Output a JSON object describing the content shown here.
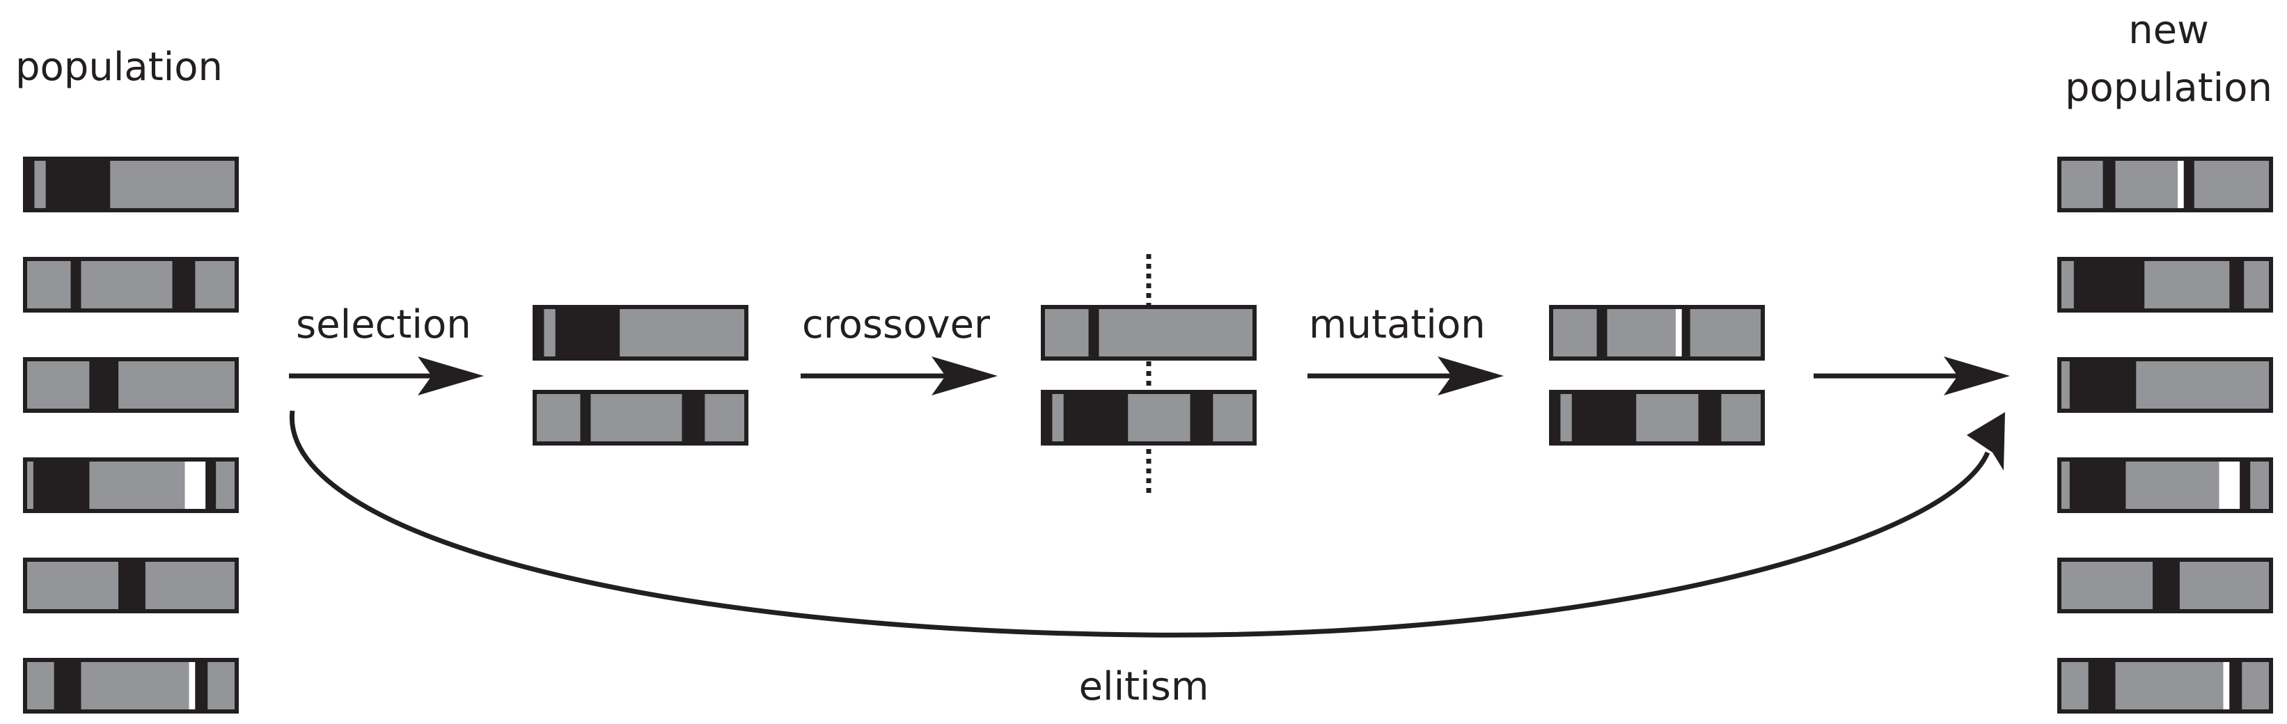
{
  "labels": {
    "population": "population",
    "new_population_line1": "new",
    "new_population_line2": "population",
    "selection": "selection",
    "crossover": "crossover",
    "mutation": "mutation",
    "elitism": "elitism"
  },
  "colors": {
    "gene_gray": "#939598",
    "gene_black": "#231f20",
    "gene_white": "#ffffff",
    "frame": "#231f20"
  },
  "chromosomes": {
    "population": [
      [
        [
          "B",
          0.0
        ],
        [
          "G",
          0.035
        ],
        [
          "B",
          0.09
        ],
        [
          "G",
          0.4
        ],
        [
          "G",
          1.0
        ]
      ],
      [
        [
          "G",
          0.0
        ],
        [
          "B",
          0.21
        ],
        [
          "G",
          0.26
        ],
        [
          "B",
          0.7
        ],
        [
          "G",
          0.81
        ],
        [
          "G",
          1.0
        ]
      ],
      [
        [
          "G",
          0.0
        ],
        [
          "B",
          0.3
        ],
        [
          "G",
          0.44
        ],
        [
          "G",
          1.0
        ]
      ],
      [
        [
          "G",
          0.0
        ],
        [
          "B",
          0.03
        ],
        [
          "G",
          0.3
        ],
        [
          "W",
          0.76
        ],
        [
          "B",
          0.86
        ],
        [
          "G",
          0.91
        ],
        [
          "G",
          1.0
        ]
      ],
      [
        [
          "G",
          0.0
        ],
        [
          "B",
          0.44
        ],
        [
          "G",
          0.57
        ],
        [
          "G",
          1.0
        ]
      ],
      [
        [
          "G",
          0.0
        ],
        [
          "B",
          0.13
        ],
        [
          "G",
          0.26
        ],
        [
          "W",
          0.78
        ],
        [
          "B",
          0.81
        ],
        [
          "G",
          0.87
        ],
        [
          "G",
          1.0
        ]
      ]
    ],
    "selected": [
      [
        [
          "B",
          0.0
        ],
        [
          "G",
          0.035
        ],
        [
          "B",
          0.09
        ],
        [
          "G",
          0.4
        ],
        [
          "G",
          1.0
        ]
      ],
      [
        [
          "G",
          0.0
        ],
        [
          "B",
          0.21
        ],
        [
          "G",
          0.26
        ],
        [
          "B",
          0.7
        ],
        [
          "G",
          0.81
        ],
        [
          "G",
          1.0
        ]
      ]
    ],
    "crossover": [
      [
        [
          "G",
          0.0
        ],
        [
          "B",
          0.21
        ],
        [
          "G",
          0.26
        ],
        [
          "G",
          1.0
        ]
      ],
      [
        [
          "B",
          0.0
        ],
        [
          "G",
          0.035
        ],
        [
          "B",
          0.09
        ],
        [
          "G",
          0.4
        ],
        [
          "B",
          0.7
        ],
        [
          "G",
          0.81
        ],
        [
          "G",
          1.0
        ]
      ]
    ],
    "mutated": [
      [
        [
          "G",
          0.0
        ],
        [
          "B",
          0.21
        ],
        [
          "G",
          0.26
        ],
        [
          "W",
          0.59
        ],
        [
          "B",
          0.62
        ],
        [
          "G",
          0.66
        ],
        [
          "G",
          1.0
        ]
      ],
      [
        [
          "B",
          0.0
        ],
        [
          "G",
          0.035
        ],
        [
          "B",
          0.09
        ],
        [
          "G",
          0.4
        ],
        [
          "B",
          0.7
        ],
        [
          "G",
          0.81
        ],
        [
          "G",
          1.0
        ]
      ]
    ],
    "new_population": [
      [
        [
          "G",
          0.0
        ],
        [
          "B",
          0.2
        ],
        [
          "G",
          0.26
        ],
        [
          "W",
          0.56
        ],
        [
          "B",
          0.59
        ],
        [
          "G",
          0.64
        ],
        [
          "G",
          1.0
        ]
      ],
      [
        [
          "G",
          0.0
        ],
        [
          "B",
          0.06
        ],
        [
          "G",
          0.4
        ],
        [
          "B",
          0.81
        ],
        [
          "G",
          0.88
        ],
        [
          "G",
          1.0
        ]
      ],
      [
        [
          "G",
          0.0
        ],
        [
          "B",
          0.04
        ],
        [
          "G",
          0.36
        ],
        [
          "G",
          1.0
        ]
      ],
      [
        [
          "G",
          0.0
        ],
        [
          "B",
          0.04
        ],
        [
          "G",
          0.31
        ],
        [
          "W",
          0.76
        ],
        [
          "B",
          0.86
        ],
        [
          "G",
          0.91
        ],
        [
          "G",
          1.0
        ]
      ],
      [
        [
          "G",
          0.0
        ],
        [
          "B",
          0.44
        ],
        [
          "G",
          0.57
        ],
        [
          "G",
          1.0
        ]
      ],
      [
        [
          "G",
          0.0
        ],
        [
          "B",
          0.13
        ],
        [
          "G",
          0.26
        ],
        [
          "W",
          0.78
        ],
        [
          "B",
          0.81
        ],
        [
          "G",
          0.87
        ],
        [
          "G",
          1.0
        ]
      ]
    ]
  }
}
